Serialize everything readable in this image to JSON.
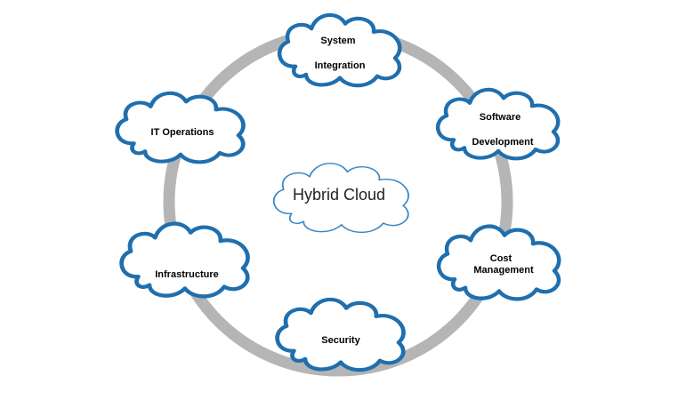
{
  "diagram": {
    "center": {
      "label": "Hybrid Cloud"
    },
    "nodes": [
      {
        "id": "system-integration",
        "lines": [
          "System",
          "Integration"
        ]
      },
      {
        "id": "software-development",
        "lines": [
          "Software",
          "Development"
        ]
      },
      {
        "id": "cost-management",
        "lines": [
          "Cost",
          "Management"
        ]
      },
      {
        "id": "security",
        "lines": [
          "Security"
        ]
      },
      {
        "id": "infrastructure",
        "lines": [
          "Infrastructure"
        ]
      },
      {
        "id": "it-operations",
        "lines": [
          "IT Operations"
        ]
      }
    ]
  },
  "colors": {
    "ring": "#b5b5b5",
    "cloud_outline": "#1f6fae",
    "center_outline": "#3a85c2",
    "cloud_fill": "#ffffff",
    "text": "#000000"
  }
}
